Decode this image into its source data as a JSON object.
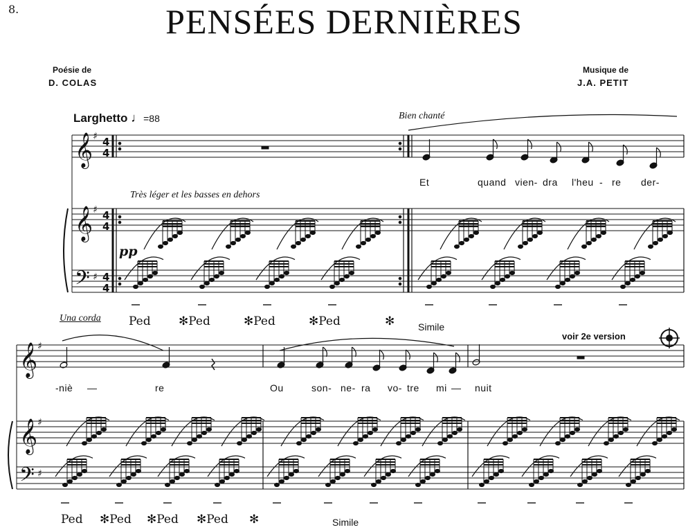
{
  "page_number": "8.",
  "title": "PENSÉES DERNIÈRES",
  "poet": {
    "label": "Poésie de",
    "name": "D. COLAS"
  },
  "composer": {
    "label": "Musique de",
    "name": "J.A. PETIT"
  },
  "tempo": {
    "marking": "Larghetto",
    "note_symbol": "♩",
    "metronome": "=88"
  },
  "expressions": {
    "bien_chante": "Bien chanté",
    "piano_instruction": "Très léger et les basses en dehors",
    "dynamic": "pp",
    "una_corda": "Una corda",
    "simile_1": "Simile",
    "simile_2": "Simile",
    "voir_version": "voir 2e version",
    "voir_version_sup": "e"
  },
  "pedal_marks": {
    "ped": "Ped",
    "star": "✻",
    "system1": [
      "Ped",
      "✻Ped",
      "✻Ped",
      "✻Ped",
      "✻"
    ],
    "system2": [
      "Ped",
      "✻Ped",
      "✻Ped",
      "✻Ped",
      "✻"
    ]
  },
  "lyrics": {
    "system1": [
      "Et",
      "quand",
      "vien-",
      "dra",
      "l'heu",
      "-",
      "re",
      "der-"
    ],
    "system2": [
      "-niè",
      "—",
      "re",
      "Ou",
      "son-",
      "ne-",
      "ra",
      "vo-",
      "tre",
      "mi",
      "—",
      "nuit"
    ]
  }
}
